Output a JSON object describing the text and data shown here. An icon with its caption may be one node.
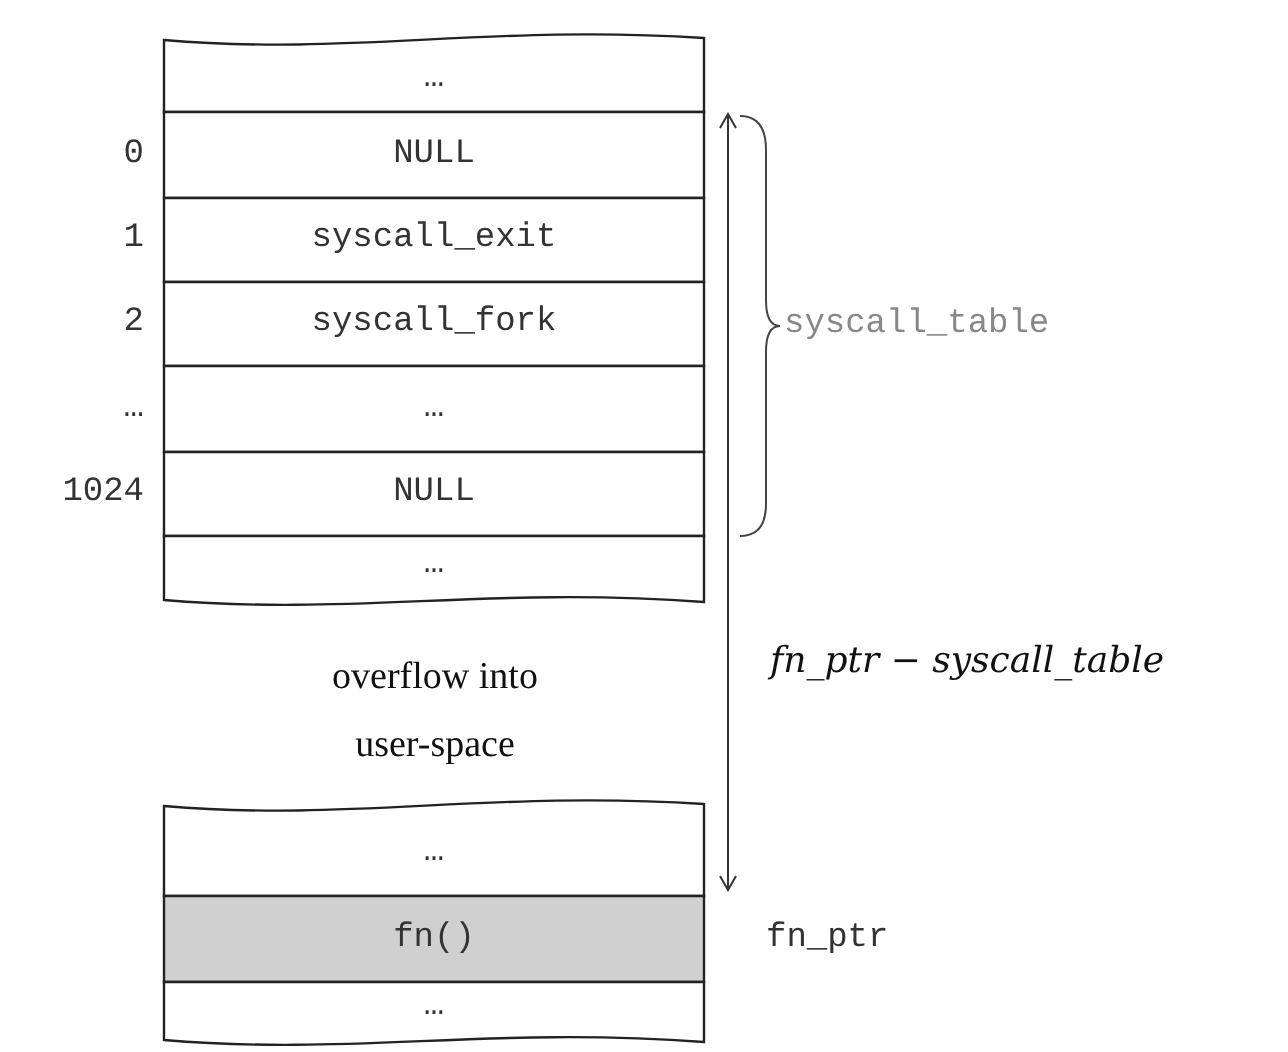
{
  "diagram": {
    "nodes": [
      {
        "text": [
          "…"
        ]
      },
      {
        "text": [
          "NULL"
        ],
        "beside": [
          "0"
        ]
      },
      {
        "text": [
          "syscall_exit"
        ],
        "beside": [
          "1"
        ]
      },
      {
        "text": [
          "syscall_fork"
        ],
        "beside": [
          "2"
        ]
      },
      {
        "text": [
          "…"
        ],
        "beside": [
          "…"
        ]
      },
      {
        "text": [
          "NULL"
        ],
        "beside": [
          "1024"
        ]
      },
      {
        "text": [
          "…"
        ]
      },
      {
        "text": [
          "…"
        ]
      },
      {
        "text": [
          "fn()"
        ],
        "beside": [
          "fn_ptr"
        ]
      },
      {
        "text": [
          "…"
        ]
      }
    ],
    "labels": [
      "syscall_table",
      "overflow into user-space",
      "fn_ptr − syscall_table"
    ]
  }
}
